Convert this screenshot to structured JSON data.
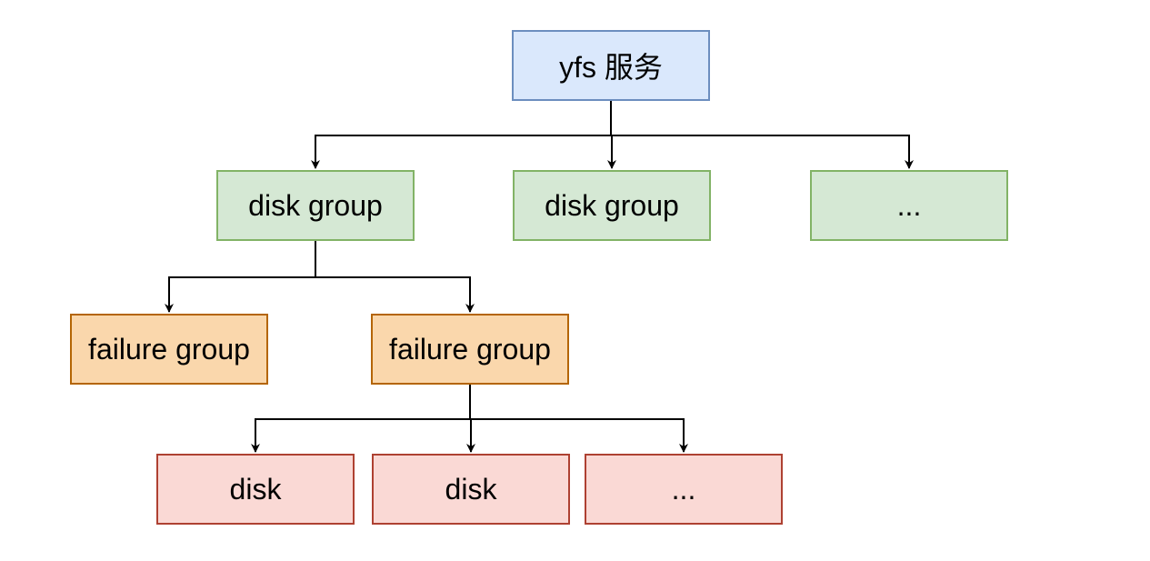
{
  "colors": {
    "root_fill": "#dae8fc",
    "root_stroke": "#6c8ebf",
    "group_fill": "#d5e8d4",
    "group_stroke": "#82b366",
    "failure_fill": "#fad7ac",
    "failure_stroke": "#b46504",
    "disk_fill": "#fad9d5",
    "disk_stroke": "#ae4132",
    "edge": "#000000"
  },
  "nodes": {
    "root": "yfs 服务",
    "disk_group_1": "disk group",
    "disk_group_2": "disk group",
    "disk_group_more": "...",
    "failure_group_1": "failure group",
    "failure_group_2": "failure group",
    "disk_1": "disk",
    "disk_2": "disk",
    "disk_more": "..."
  },
  "edges": [
    [
      "root",
      "disk_group_1"
    ],
    [
      "root",
      "disk_group_2"
    ],
    [
      "root",
      "disk_group_more"
    ],
    [
      "disk_group_1",
      "failure_group_1"
    ],
    [
      "disk_group_1",
      "failure_group_2"
    ],
    [
      "failure_group_2",
      "disk_1"
    ],
    [
      "failure_group_2",
      "disk_2"
    ],
    [
      "failure_group_2",
      "disk_more"
    ]
  ]
}
